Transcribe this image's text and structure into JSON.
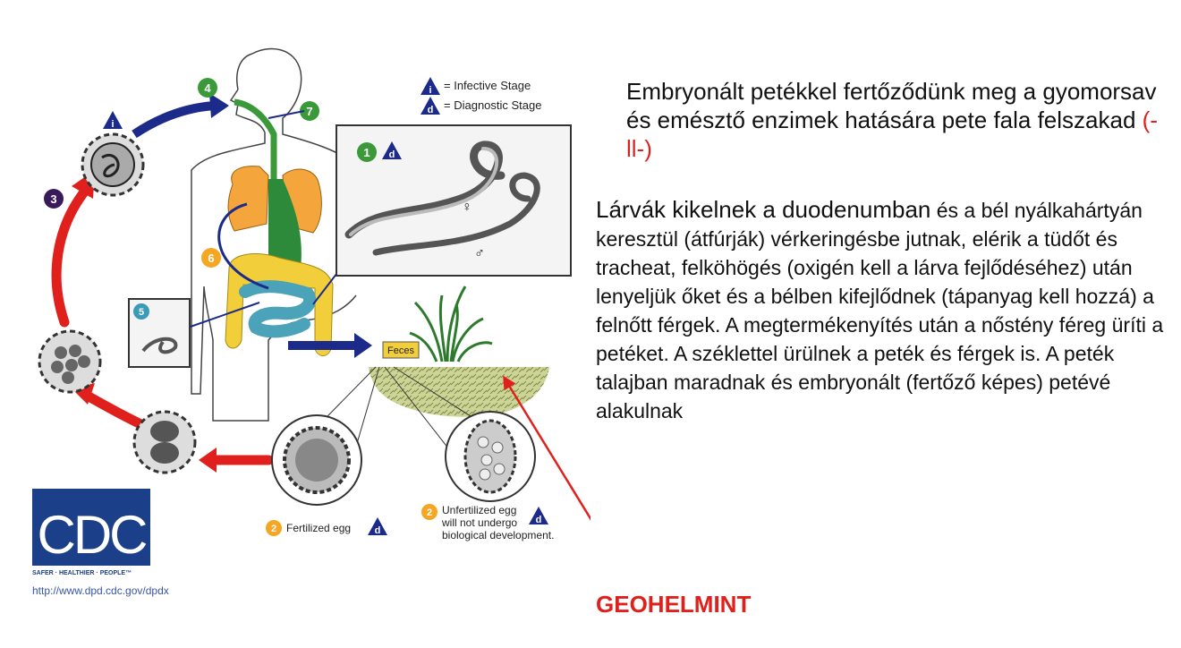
{
  "legend": {
    "infective_mark": "i",
    "infective_label": "= Infective Stage",
    "diagnostic_mark": "d",
    "diagnostic_label": "= Diagnostic Stage"
  },
  "stages": {
    "s1": "1",
    "s2a": "2",
    "s2b": "2",
    "s3": "3",
    "s4": "4",
    "s5": "5",
    "s6": "6",
    "s7": "7"
  },
  "diagram": {
    "female_symbol": "♀",
    "male_symbol": "♂",
    "feces_label": "Feces",
    "fertilized_egg_label": "Fertilized egg",
    "unfertilized_line1": "Unfertilized egg",
    "unfertilized_line2": "will not undergo",
    "unfertilized_line3": "biological development."
  },
  "cdc": {
    "logo_letters": "CDC",
    "tagline": "SAFER · HEALTHIER · PEOPLE™",
    "url": "http://www.dpd.cdc.gov/dpdx"
  },
  "text": {
    "para1_main": "Embryonált petékkel fertőződünk meg a gyomorsav és emésztő enzimek hatására pete fala felszakad",
    "para1_red": "(-ll-)",
    "para2_lead": "Lárvák kikelnek a duodenumban",
    "para2_rest": "és a bél nyálkahártyán keresztül (átfúrják) vérkeringésbe jutnak, elérik a tüdőt és tracheat, felköhögés (oxigén kell a lárva fejlődéséhez) után lenyeljük őket és a bélben kifejlődnek (tápanyag kell hozzá) a felnőtt férgek. A megtermékenyítés után a nőstény féreg üríti a petéket. A  széklettel ürülnek a peték   és férgek is. A peték talajban maradnak és   embryonált (fertőző képes) petévé   alakulnak",
    "title": "GEOHELMINT"
  },
  "colors": {
    "red": "#e0201c",
    "navy": "#1c2a8a",
    "green": "#3a9a3a",
    "orange": "#f5a623",
    "lungs": "#f4a63c",
    "intestine": "#f2cf3a",
    "gut": "#4aa3b8"
  }
}
